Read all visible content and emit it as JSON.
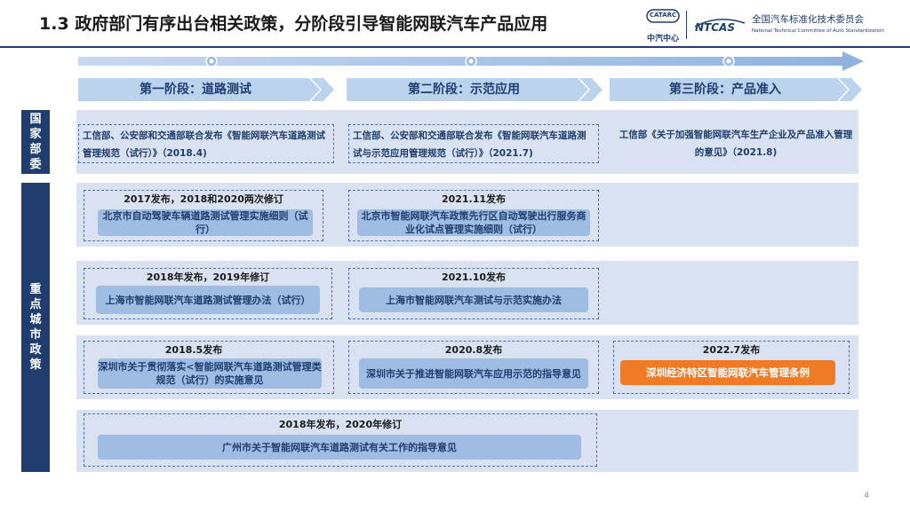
{
  "title": "1.3 政府部门有序出台相关政策，分阶段引导智能网联汽车产品应用",
  "logos": {
    "catarc_mark": "CATARC",
    "catarc_cn": "中汽中心",
    "ntcas_mark": "NTCAS",
    "ntcas_cn": "全国汽车标准化技术委员会",
    "ntcas_en": "National Technical Committee of Auto Standardization"
  },
  "stages": [
    "第一阶段：道路测试",
    "第二阶段：示范应用",
    "第三阶段：产品准入"
  ],
  "sides": {
    "national": "国家部委",
    "cities": "重点城市政策"
  },
  "national": [
    "工信部、公安部和交通部联合发布《智能网联汽车道路测试管理规范（试行）》（2018.4)",
    "工信部、公安部和交通部联合发布《智能网联汽车道路测试与示范应用管理规范（试行）》（2021.7)",
    "工信部《关于加强智能网联汽车生产企业及产品准入管理的意见》（2021.8)"
  ],
  "beijing": {
    "s1_date": "2017发布，2018和2020两次修订",
    "s1_text": "北京市自动驾驶车辆道路测试管理实施细则（试行）",
    "s2_date": "2021.11发布",
    "s2_text": "北京市智能网联汽车政策先行区自动驾驶出行服务商业化试点管理实施细则（试行）"
  },
  "shanghai": {
    "s1_date": "2018年发布，2019年修订",
    "s1_text": "上海市智能网联汽车道路测试管理办法（试行）",
    "s2_date": "2021.10发布",
    "s2_text": "上海市智能网联汽车测试与示范实施办法"
  },
  "shenzhen": {
    "s1_date": "2018.5发布",
    "s1_text": "深圳市关于贯彻落实<智能网联汽车道路测试管理类规范（试行）的实施意见",
    "s2_date": "2020.8发布",
    "s2_text": "深圳市关于推进智能网联汽车应用示范的指导意见",
    "s3_date": "2022.7发布",
    "s3_text": "深圳经济特区智能网联汽车管理条例"
  },
  "guangzhou": {
    "date": "2018年发布，2020年修订",
    "text": "广州市关于智能网联汽车道路测试有关工作的指导意见"
  },
  "page_number": "4",
  "colors": {
    "navy": "#1f3e6e",
    "row_bg": "#d9e2f0",
    "pill": "#9fbde3",
    "highlight": "#ef7b26",
    "stage": "#bcd3ee"
  }
}
